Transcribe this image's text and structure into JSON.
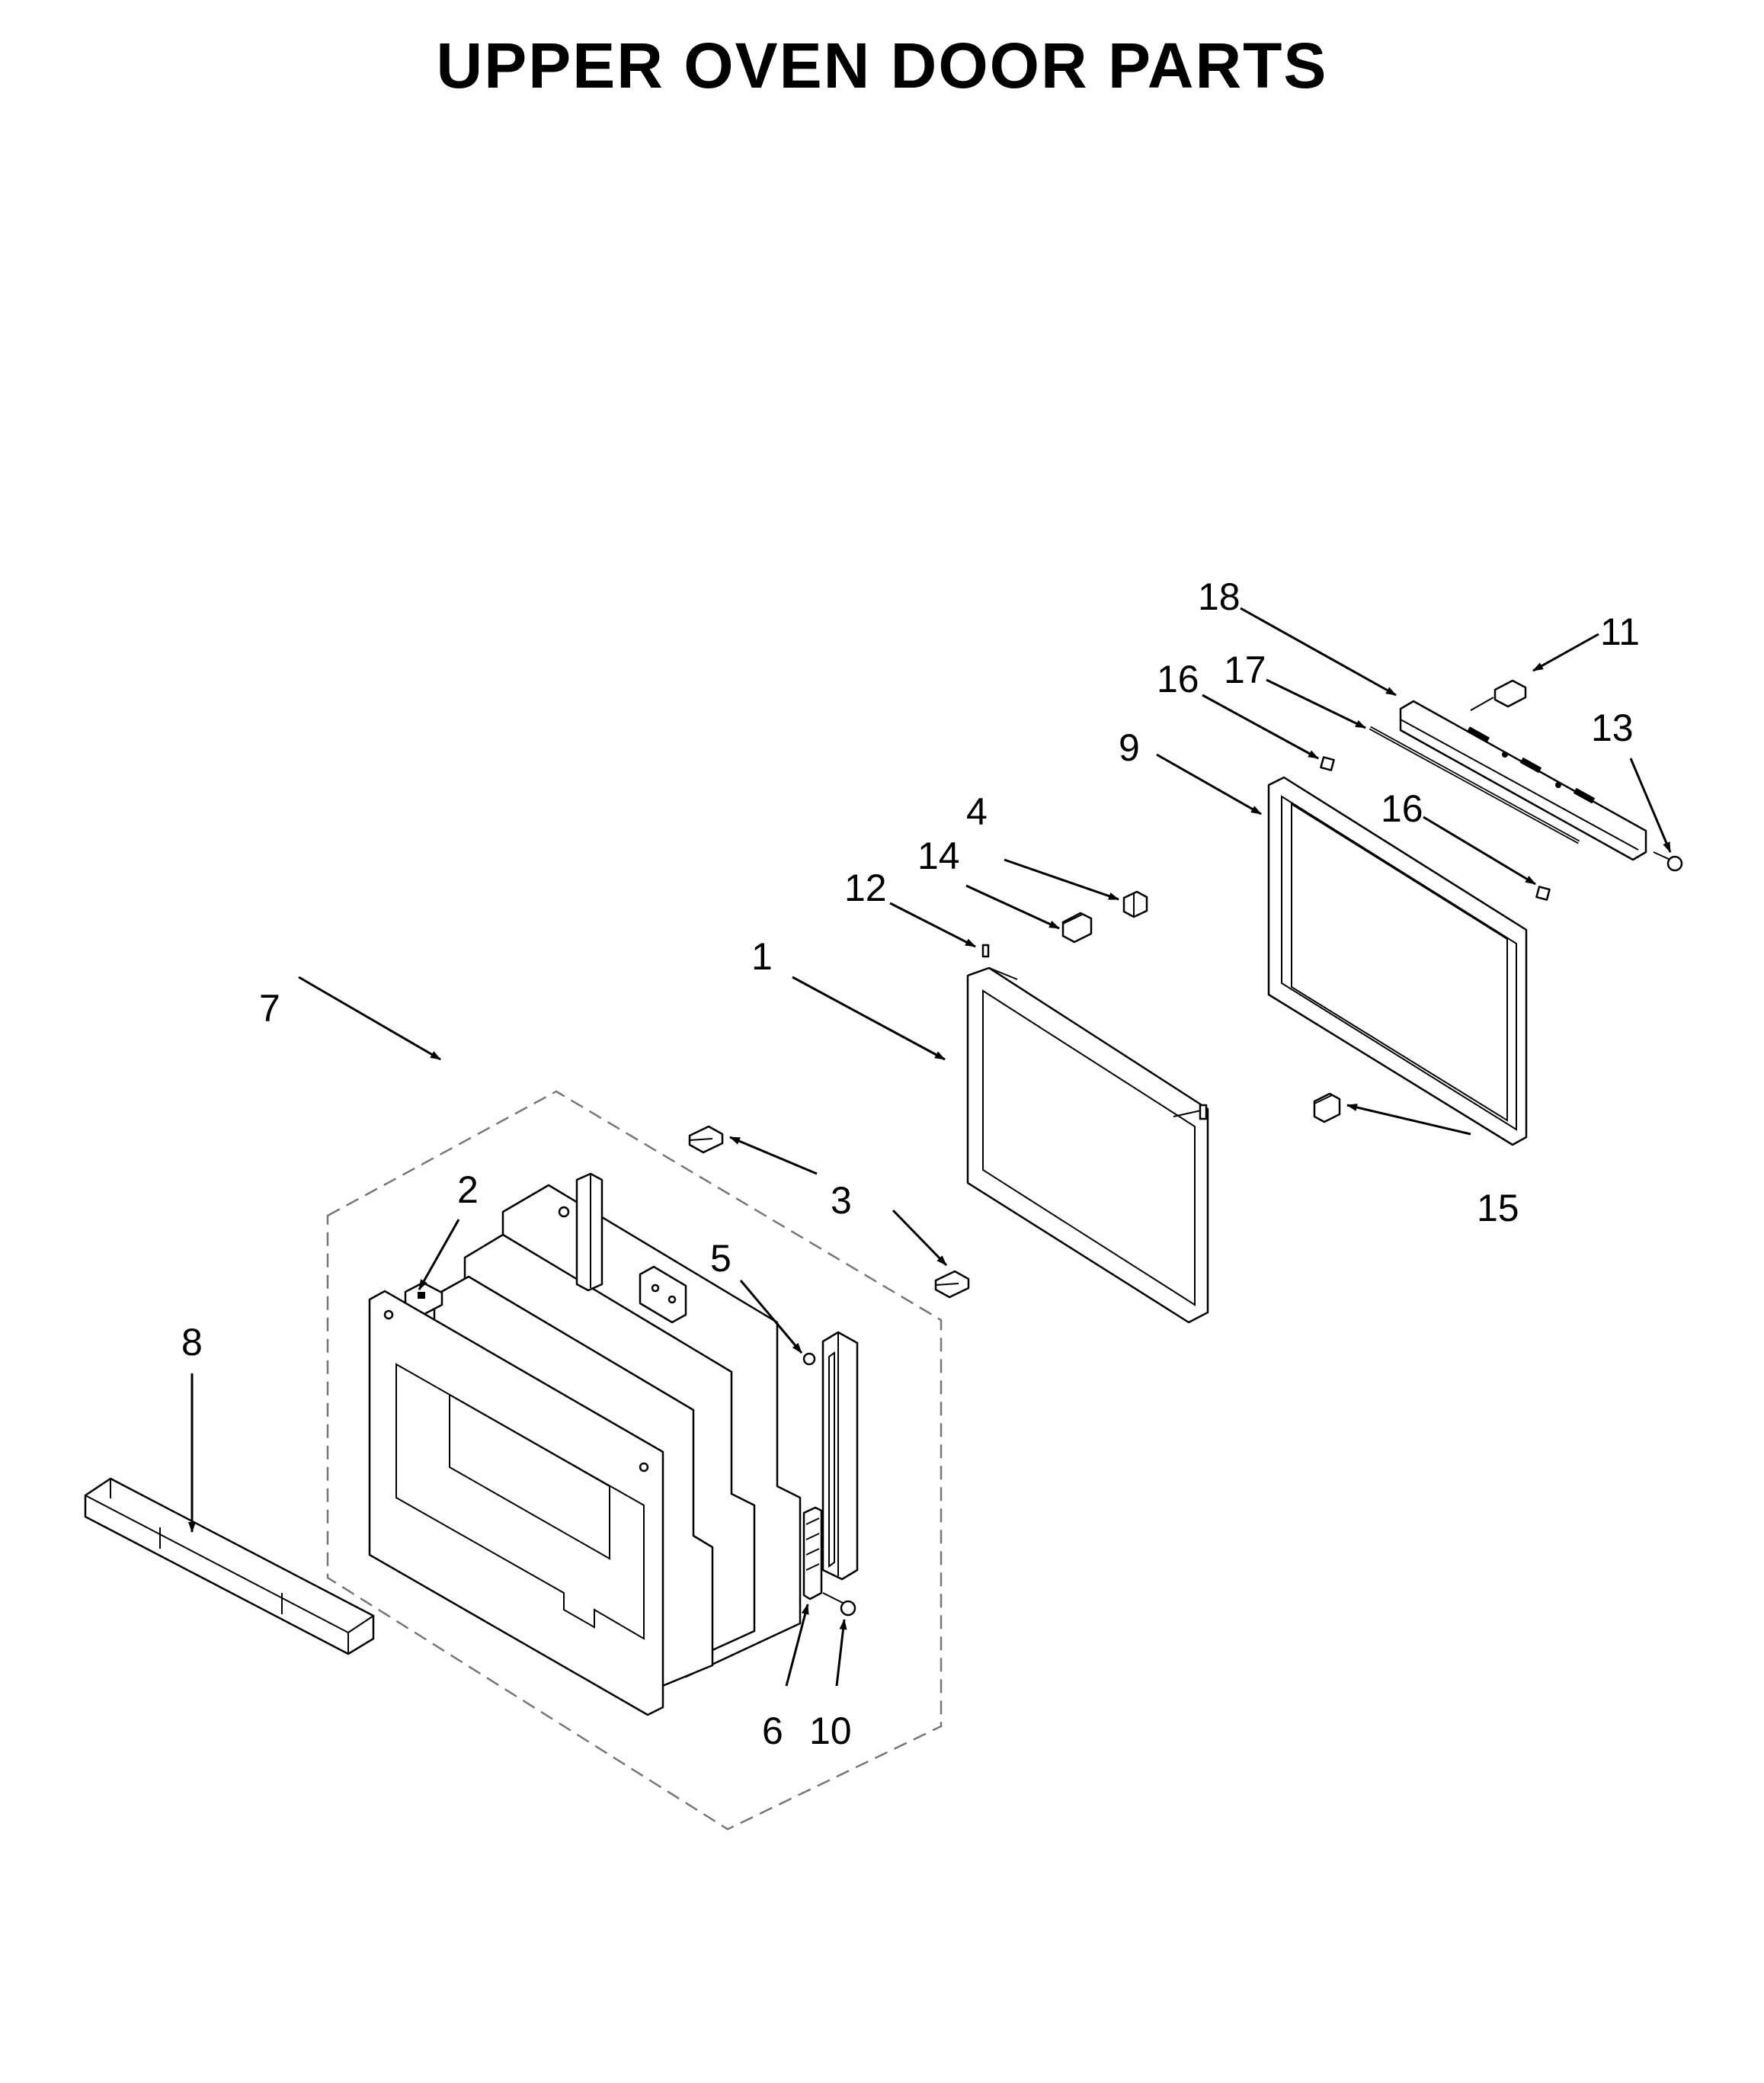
{
  "title": "UPPER OVEN DOOR PARTS",
  "callouts": {
    "c1": "1",
    "c2": "2",
    "c3": "3",
    "c4": "4",
    "c5": "5",
    "c6": "6",
    "c7": "7",
    "c8": "8",
    "c9": "9",
    "c10": "10",
    "c11": "11",
    "c12": "12",
    "c13": "13",
    "c14": "14",
    "c15": "15",
    "c16a": "16",
    "c16b": "16",
    "c17": "17",
    "c18": "18"
  },
  "colors": {
    "ink": "#000000",
    "paper": "#ffffff"
  }
}
